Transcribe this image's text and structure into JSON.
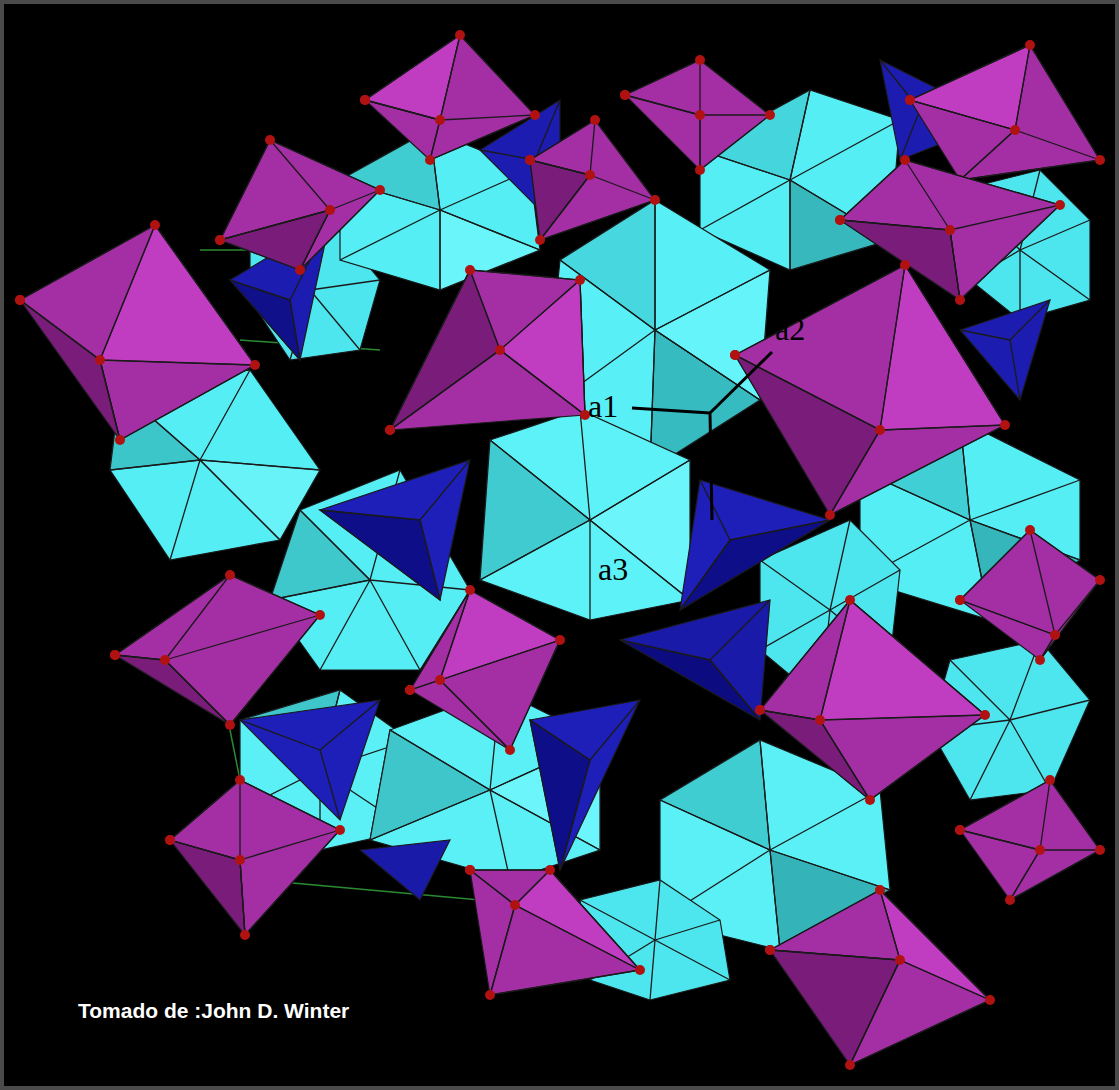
{
  "diagram": {
    "labels": [
      "a1",
      "a2",
      "a3",
      "Tomado de :John D. Winter"
    ]
  }
}
